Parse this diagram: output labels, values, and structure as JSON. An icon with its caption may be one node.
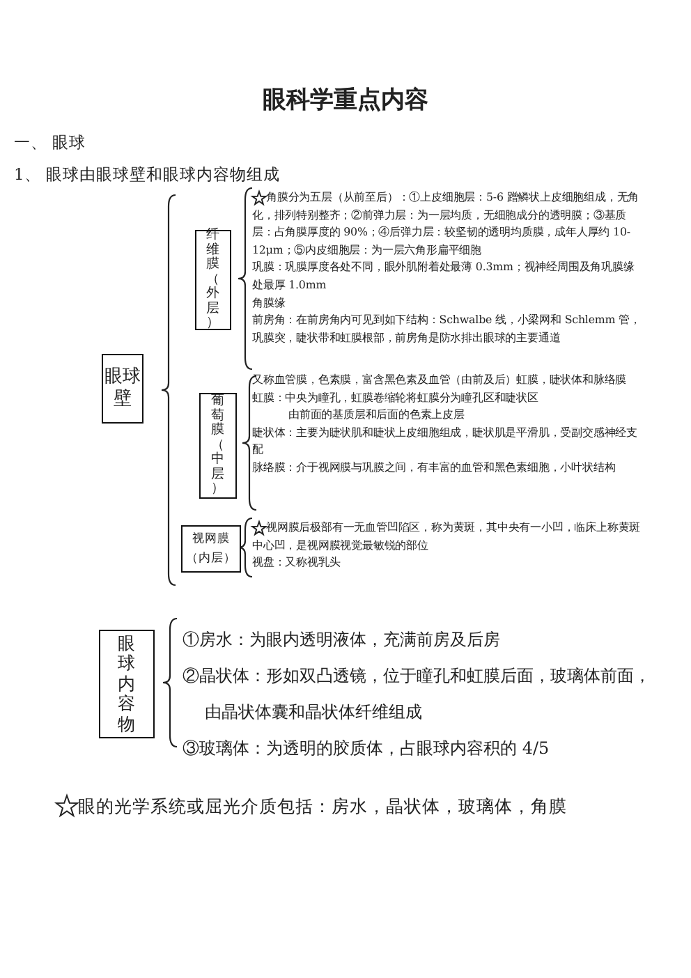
{
  "diagram": {
    "title": "眼科学重点内容",
    "nodes": [
      {
        "text": [
          "眼球壁"
        ]
      },
      {
        "text": [
          "纤维膜（外层）"
        ],
        "beside": [
          "角膜分为五层（从前至后）：①上皮细胞层：5-6 蹭鳞状上皮细胞组成，无角化，排列特别整齐；②前弹力层：为一层均质，无细胞成分的透明膜；③基质层：占角膜厚度的 90%；④后弹力层：较坚韧的透明均质膜，成年人厚约 10-12μm；⑤内皮细胞层：为一层六角形扁平细胞",
          "巩膜：巩膜厚度各处不同，眼外肌附着处最薄 0.3mm；视神经周围及角巩膜缘处最厚 1.0mm",
          "角膜缘",
          "前房角：在前房角内可见到如下结构：Schwalbe 线，小梁网和 Schlemm 管，巩膜突，睫状带和虹膜根部，前房角是防水排出眼球的主要通道"
        ]
      },
      {
        "text": [
          "葡萄膜（中层）"
        ],
        "beside": [
          "又称血管膜，色素膜，富含黑色素及血管（由前及后）虹膜，睫状体和脉络膜",
          "虹膜：中央为瞳孔，虹膜卷缩轮将虹膜分为瞳孔区和睫状区",
          "由前面的基质层和后面的色素上皮层",
          "睫状体：主要为睫状肌和睫状上皮细胞组成，睫状肌是平滑肌，受副交感神经支配",
          "脉络膜：介于视网膜与巩膜之间，有丰富的血管和黑色素细胞，小叶状结构"
        ]
      },
      {
        "text": [
          "视网膜（内层）"
        ],
        "beside": [
          "视网膜后极部有一无血管凹陷区，称为黄斑，其中央有一小凹，临床上称黄斑中心凹，是视网膜视觉最敏锐的部位",
          "视盘：又称视乳头"
        ]
      },
      {
        "text": [
          "眼球内容物"
        ],
        "beside": [
          "①房水：为眼内透明液体，充满前房及后房",
          "②晶状体：形如双凸透镜，位于瞳孔和虹膜后面，玻璃体前面，由晶状体囊和晶状体纤维组成",
          "③玻璃体：为透明的胶质体，占眼球内容积的 4/5"
        ]
      }
    ],
    "labels": [
      "一、 眼球",
      "1、 眼球由眼球壁和眼球内容物组成",
      "眼的光学系统或屈光介质包括：房水，晶状体，玻璃体，角膜"
    ]
  }
}
